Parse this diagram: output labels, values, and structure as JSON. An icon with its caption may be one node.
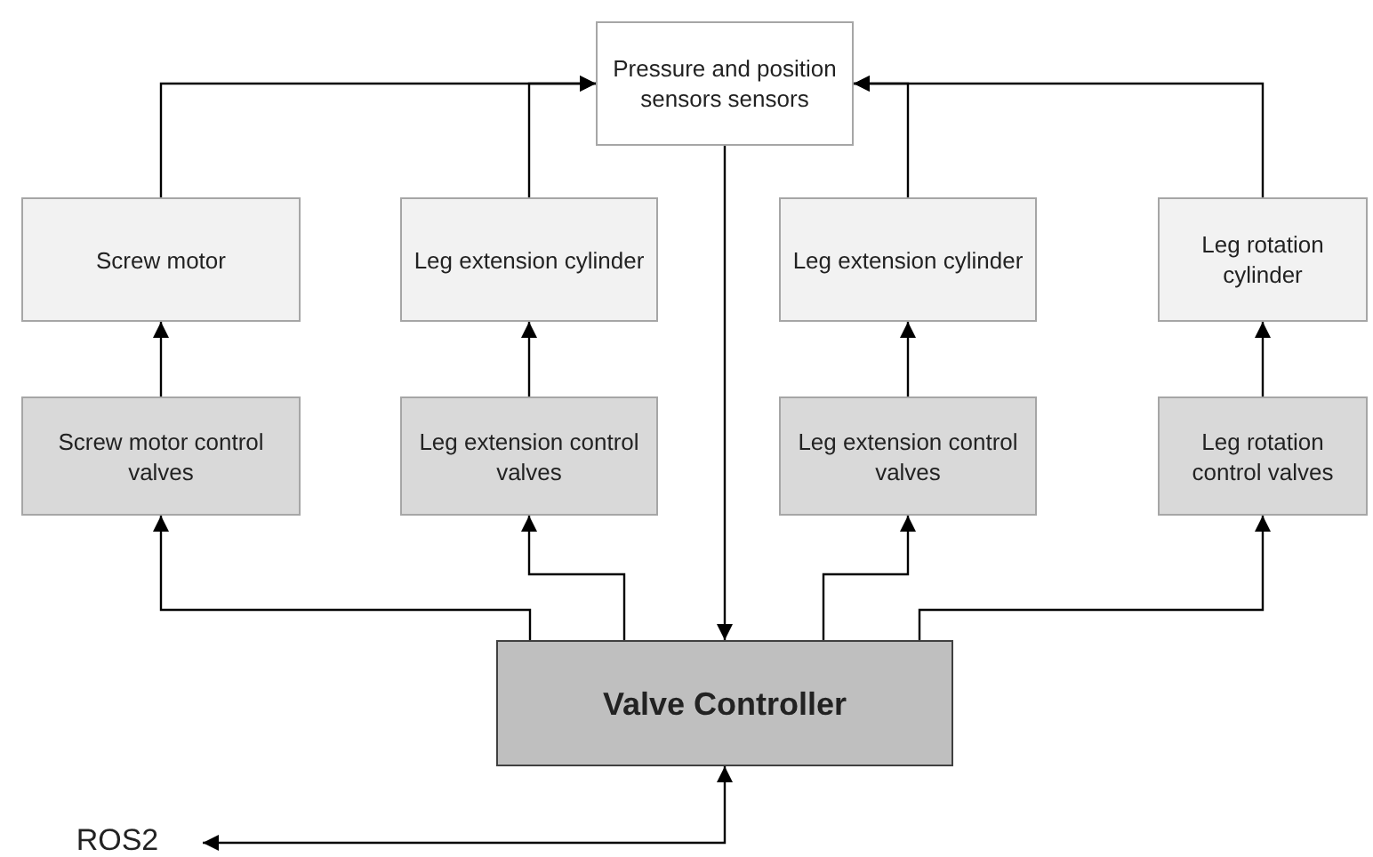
{
  "diagram": {
    "nodes": [
      {
        "text": [
          "Pressure and position sensors sensors"
        ]
      },
      {
        "text": [
          "Screw motor"
        ]
      },
      {
        "text": [
          "Leg extension cylinder"
        ]
      },
      {
        "text": [
          "Leg extension cylinder"
        ]
      },
      {
        "text": [
          "Leg rotation cylinder"
        ]
      },
      {
        "text": [
          "Screw motor control valves"
        ]
      },
      {
        "text": [
          "Leg extension control valves"
        ]
      },
      {
        "text": [
          "Leg extension control valves"
        ]
      },
      {
        "text": [
          "Leg rotation control valves"
        ]
      },
      {
        "text": [
          "Valve Controller"
        ]
      },
      {
        "text": [
          "ROS2"
        ]
      }
    ],
    "edges": [
      {
        "from": 1,
        "to": 0,
        "arrow": "to"
      },
      {
        "from": 2,
        "to": 0,
        "arrow": "to"
      },
      {
        "from": 3,
        "to": 0,
        "arrow": "to"
      },
      {
        "from": 4,
        "to": 0,
        "arrow": "to"
      },
      {
        "from": 5,
        "to": 1,
        "arrow": "to"
      },
      {
        "from": 6,
        "to": 2,
        "arrow": "to"
      },
      {
        "from": 7,
        "to": 3,
        "arrow": "to"
      },
      {
        "from": 8,
        "to": 4,
        "arrow": "to"
      },
      {
        "from": 0,
        "to": 9,
        "arrow": "to"
      },
      {
        "from": 9,
        "to": 5,
        "arrow": "to"
      },
      {
        "from": 9,
        "to": 6,
        "arrow": "to"
      },
      {
        "from": 9,
        "to": 7,
        "arrow": "to"
      },
      {
        "from": 9,
        "to": 8,
        "arrow": "to"
      },
      {
        "from": 9,
        "to": 10,
        "arrow": "both"
      }
    ]
  }
}
